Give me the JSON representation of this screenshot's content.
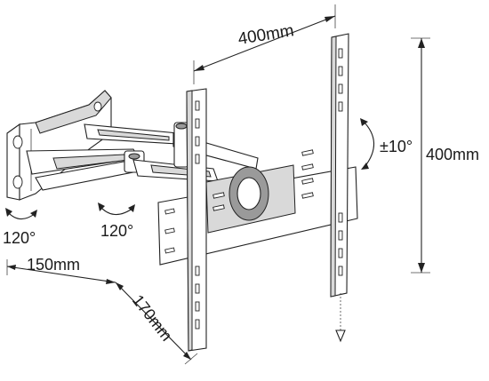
{
  "labels": {
    "width": "400mm",
    "height": "400mm",
    "tilt": "±10°",
    "swivel_wall": "120°",
    "swivel_arm": "120°",
    "arm_depth": "150mm",
    "arm_extension": "170mm"
  },
  "colors": {
    "line": "#222222",
    "fill_light": "#d9d9d9",
    "fill_dark": "#9a9a9a",
    "background": "#ffffff"
  },
  "icons": [
    "rotation-arrow-icon",
    "tilt-arrow-icon",
    "pull-cord-ring-icon"
  ]
}
